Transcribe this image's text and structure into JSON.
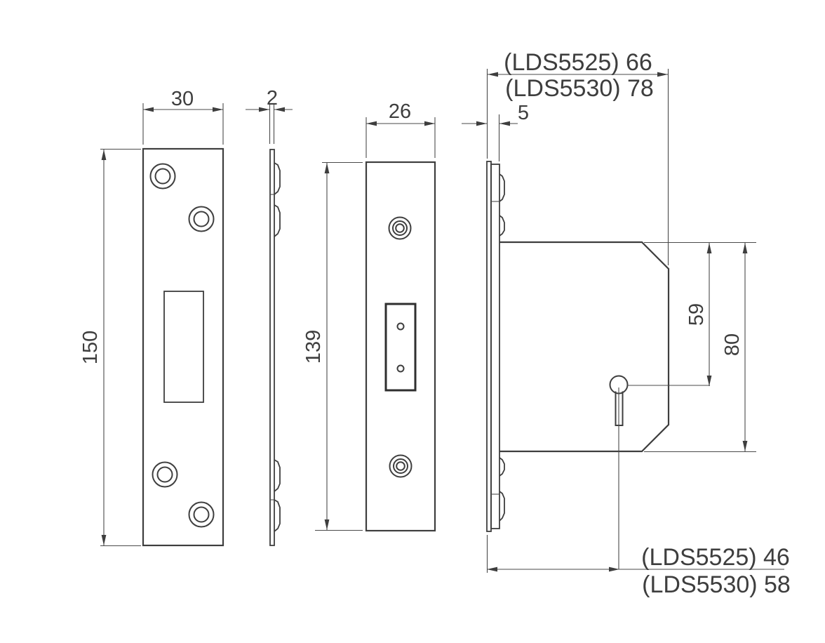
{
  "drawing": {
    "description": "Mortice deadlock dimensional drawing with four orthographic views",
    "colors": {
      "line": "#3e3e3e",
      "background": "#ffffff"
    }
  },
  "labels": {
    "strike_width": "30",
    "strike_thickness": "2",
    "strike_height": "150",
    "forend_width": "26",
    "forend_height": "139",
    "case_depth_lds5525": "(LDS5525) 66",
    "case_depth_lds5530": "(LDS5530) 78",
    "forend_offset": "5",
    "keyhole_centre_from_top": "59",
    "case_height": "80",
    "backset_lds5525": "(LDS5525) 46",
    "backset_lds5530": "(LDS5530) 58"
  }
}
